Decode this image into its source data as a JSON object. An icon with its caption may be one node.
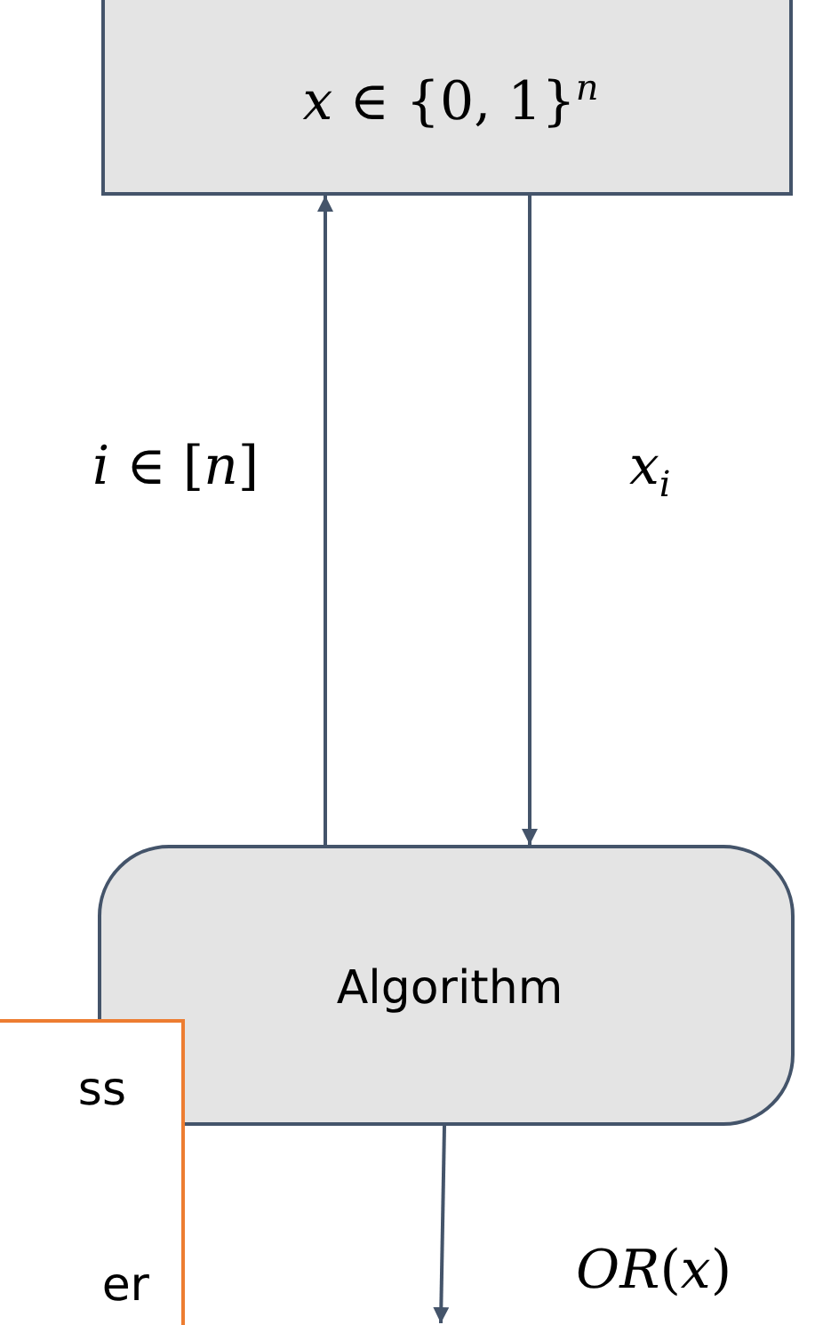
{
  "diagram": {
    "nodes": [
      {
        "text": [
          "*x* ∈ {0, 1}$^{n}$"
        ]
      },
      {
        "text": [
          "Algorithm"
        ]
      },
      {
        "text": [
          "ss",
          "er"
        ]
      }
    ],
    "edges": [
      {
        "from": 1,
        "to": 0,
        "arrow": "to",
        "label": "*i* ∈ [*n*]"
      },
      {
        "from": 0,
        "to": 1,
        "arrow": "to",
        "label": "*x*$_{i}$"
      },
      {
        "from": 1,
        "to": null,
        "arrow": "to",
        "label": "*OR*(*x*)"
      }
    ]
  }
}
